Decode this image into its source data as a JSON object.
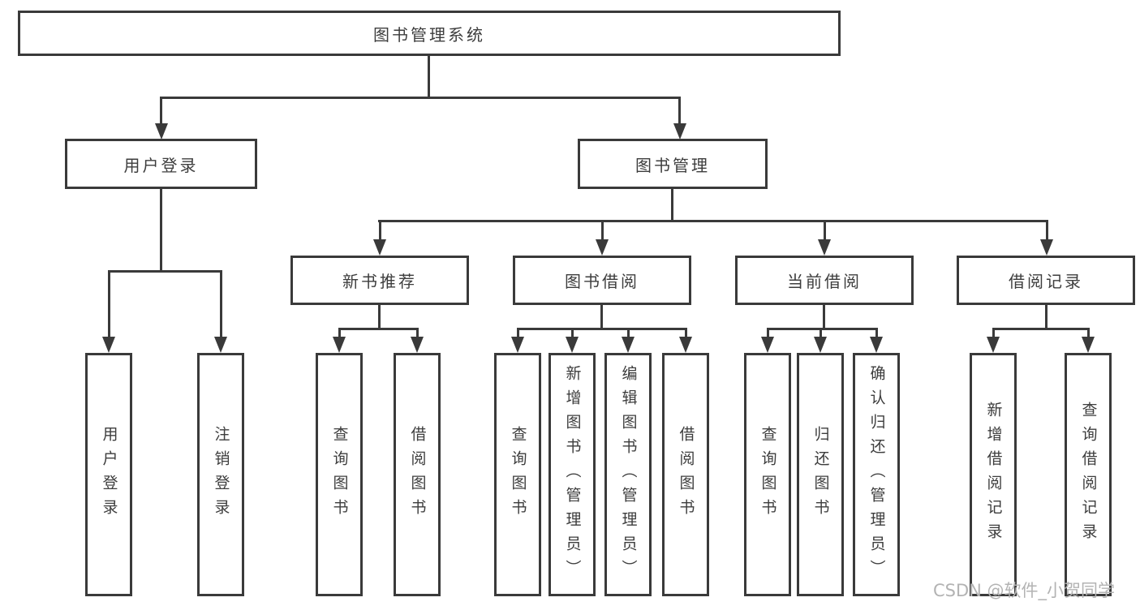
{
  "watermark": "CSDN @软件_小贺同学",
  "colors": {
    "line": "#3a3a3a",
    "text": "#3d3d3d",
    "box_fill": "#ffffff",
    "watermark": "#b3b3b3",
    "background": "#ffffff"
  },
  "tree": {
    "label": "图书管理系统",
    "children": [
      {
        "label": "用户登录",
        "children": [
          {
            "label": "用户登录"
          },
          {
            "label": "注销登录"
          }
        ]
      },
      {
        "label": "图书管理",
        "children": [
          {
            "label": "新书推荐",
            "children": [
              {
                "label": "查询图书"
              },
              {
                "label": "借阅图书"
              }
            ]
          },
          {
            "label": "图书借阅",
            "children": [
              {
                "label": "查询图书"
              },
              {
                "label": "新增图书（管理员）"
              },
              {
                "label": "编辑图书（管理员）"
              },
              {
                "label": "借阅图书"
              }
            ]
          },
          {
            "label": "当前借阅",
            "children": [
              {
                "label": "查询图书"
              },
              {
                "label": "归还图书"
              },
              {
                "label": "确认归还（管理员）"
              }
            ]
          },
          {
            "label": "借阅记录",
            "children": [
              {
                "label": "新增借阅记录"
              },
              {
                "label": "查询借阅记录"
              }
            ]
          }
        ]
      }
    ]
  }
}
